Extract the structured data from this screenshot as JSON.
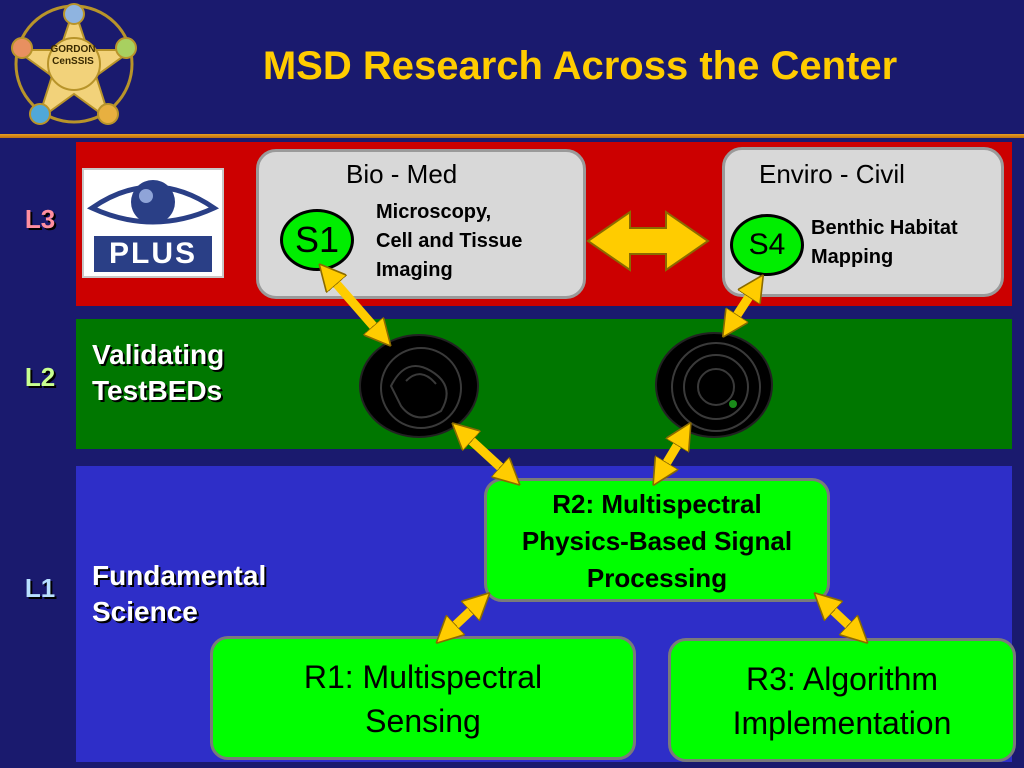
{
  "title": "MSD Research Across the Center",
  "logo": {
    "line1": "GORDON",
    "line2": "CenSSIS"
  },
  "plus_logo": {
    "text": "PLUS"
  },
  "levels": {
    "l3": {
      "label": "L3"
    },
    "l2": {
      "label": "L2",
      "caption_line1": "Validating",
      "caption_line2": "TestBEDs"
    },
    "l1": {
      "label": "L1",
      "caption_line1": "Fundamental",
      "caption_line2": "Science"
    }
  },
  "applications": {
    "biomed": {
      "title": "Bio - Med",
      "badge": "S1",
      "desc_line1": "Microscopy,",
      "desc_line2": "Cell and Tissue",
      "desc_line3": "Imaging"
    },
    "enviro": {
      "title": "Enviro  - Civil",
      "badge": "S4",
      "desc_line1": "Benthic Habitat",
      "desc_line2": "Mapping"
    }
  },
  "research": {
    "r2": {
      "line1": "R2: Multispectral",
      "line2": "Physics-Based Signal",
      "line3": "Processing"
    },
    "r1": {
      "line1": "R1: Multispectral",
      "line2": "Sensing"
    },
    "r3": {
      "line1": "R3: Algorithm",
      "line2": "Implementation"
    }
  },
  "colors": {
    "background": "#1a1a6e",
    "title": "#ffcc00",
    "l3_band": "#cc0000",
    "l2_band": "#007700",
    "l1_band": "#2e2ec8",
    "research_box": "#00ff00",
    "arrow": "#ffcc00"
  }
}
